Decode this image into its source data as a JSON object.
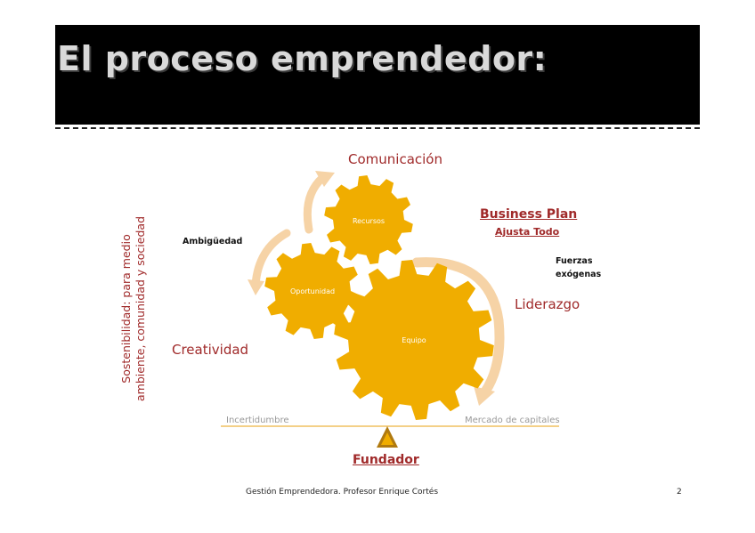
{
  "slide": {
    "title": "El proceso emprendedor:",
    "footer_text": "Gestión Emprendedora.  Profesor Enrique Cortés",
    "page_number": "2"
  },
  "diagram": {
    "gears": [
      {
        "id": "recursos",
        "label": "Recursos"
      },
      {
        "id": "oportunidad",
        "label": "Oportunidad"
      },
      {
        "id": "equipo",
        "label": "Equipo"
      }
    ],
    "labels": {
      "comunicacion": "Comunicación",
      "business_plan": "Business Plan",
      "ajusta_todo": "Ajusta Todo",
      "ambiguedad": "Ambigüedad",
      "fuerzas_1": "Fuerzas",
      "fuerzas_2": "exógenas",
      "liderazgo": "Liderazgo",
      "creatividad": "Creatividad",
      "incertidumbre": "Incertidumbre",
      "mercado": "Mercado de capitales",
      "fundador": "Fundador",
      "sostenibilidad_1": "Sostenibilidad: para medio",
      "sostenibilidad_2": "ambiente, comunidad y sociedad"
    },
    "colors": {
      "gear": "#f0ad00",
      "arrow": "#f6d3a6",
      "accent_red": "#a02a2a",
      "balance_line": "#f0c060"
    }
  }
}
